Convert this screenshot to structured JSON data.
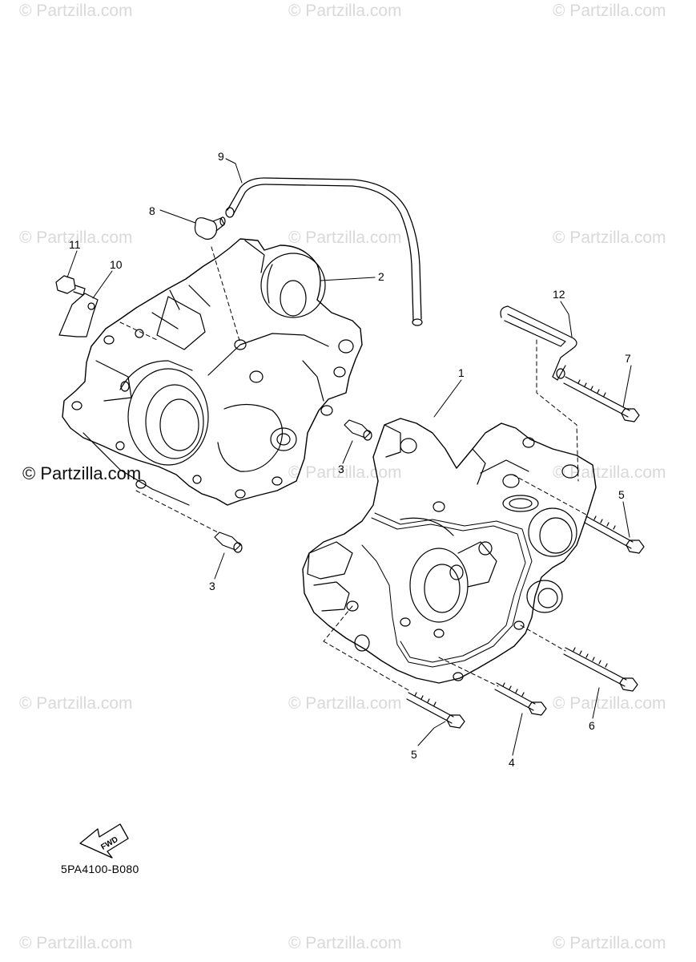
{
  "watermarks": [
    "© Partzilla.com",
    "© Partzilla.com",
    "© Partzilla.com",
    "© Partzilla.com",
    "© Partzilla.com",
    "© Partzilla.com",
    "© Partzilla.com",
    "© Partzilla.com",
    "© Partzilla.com",
    "© Partzilla.com",
    "© Partzilla.com",
    "© Partzilla.com",
    "© Partzilla.com",
    "© Partzilla.com",
    "© Partzilla.com"
  ],
  "watermark_strong": "© Partzilla.com",
  "callouts": {
    "c1": "1",
    "c2": "2",
    "c3a": "3",
    "c3b": "3",
    "c4": "4",
    "c5a": "5",
    "c5b": "5",
    "c6": "6",
    "c7": "7",
    "c8": "8",
    "c9": "9",
    "c10": "10",
    "c11": "11",
    "c12": "12"
  },
  "fwd_label": "FWD",
  "diagram_code": "5PA4100-B080"
}
